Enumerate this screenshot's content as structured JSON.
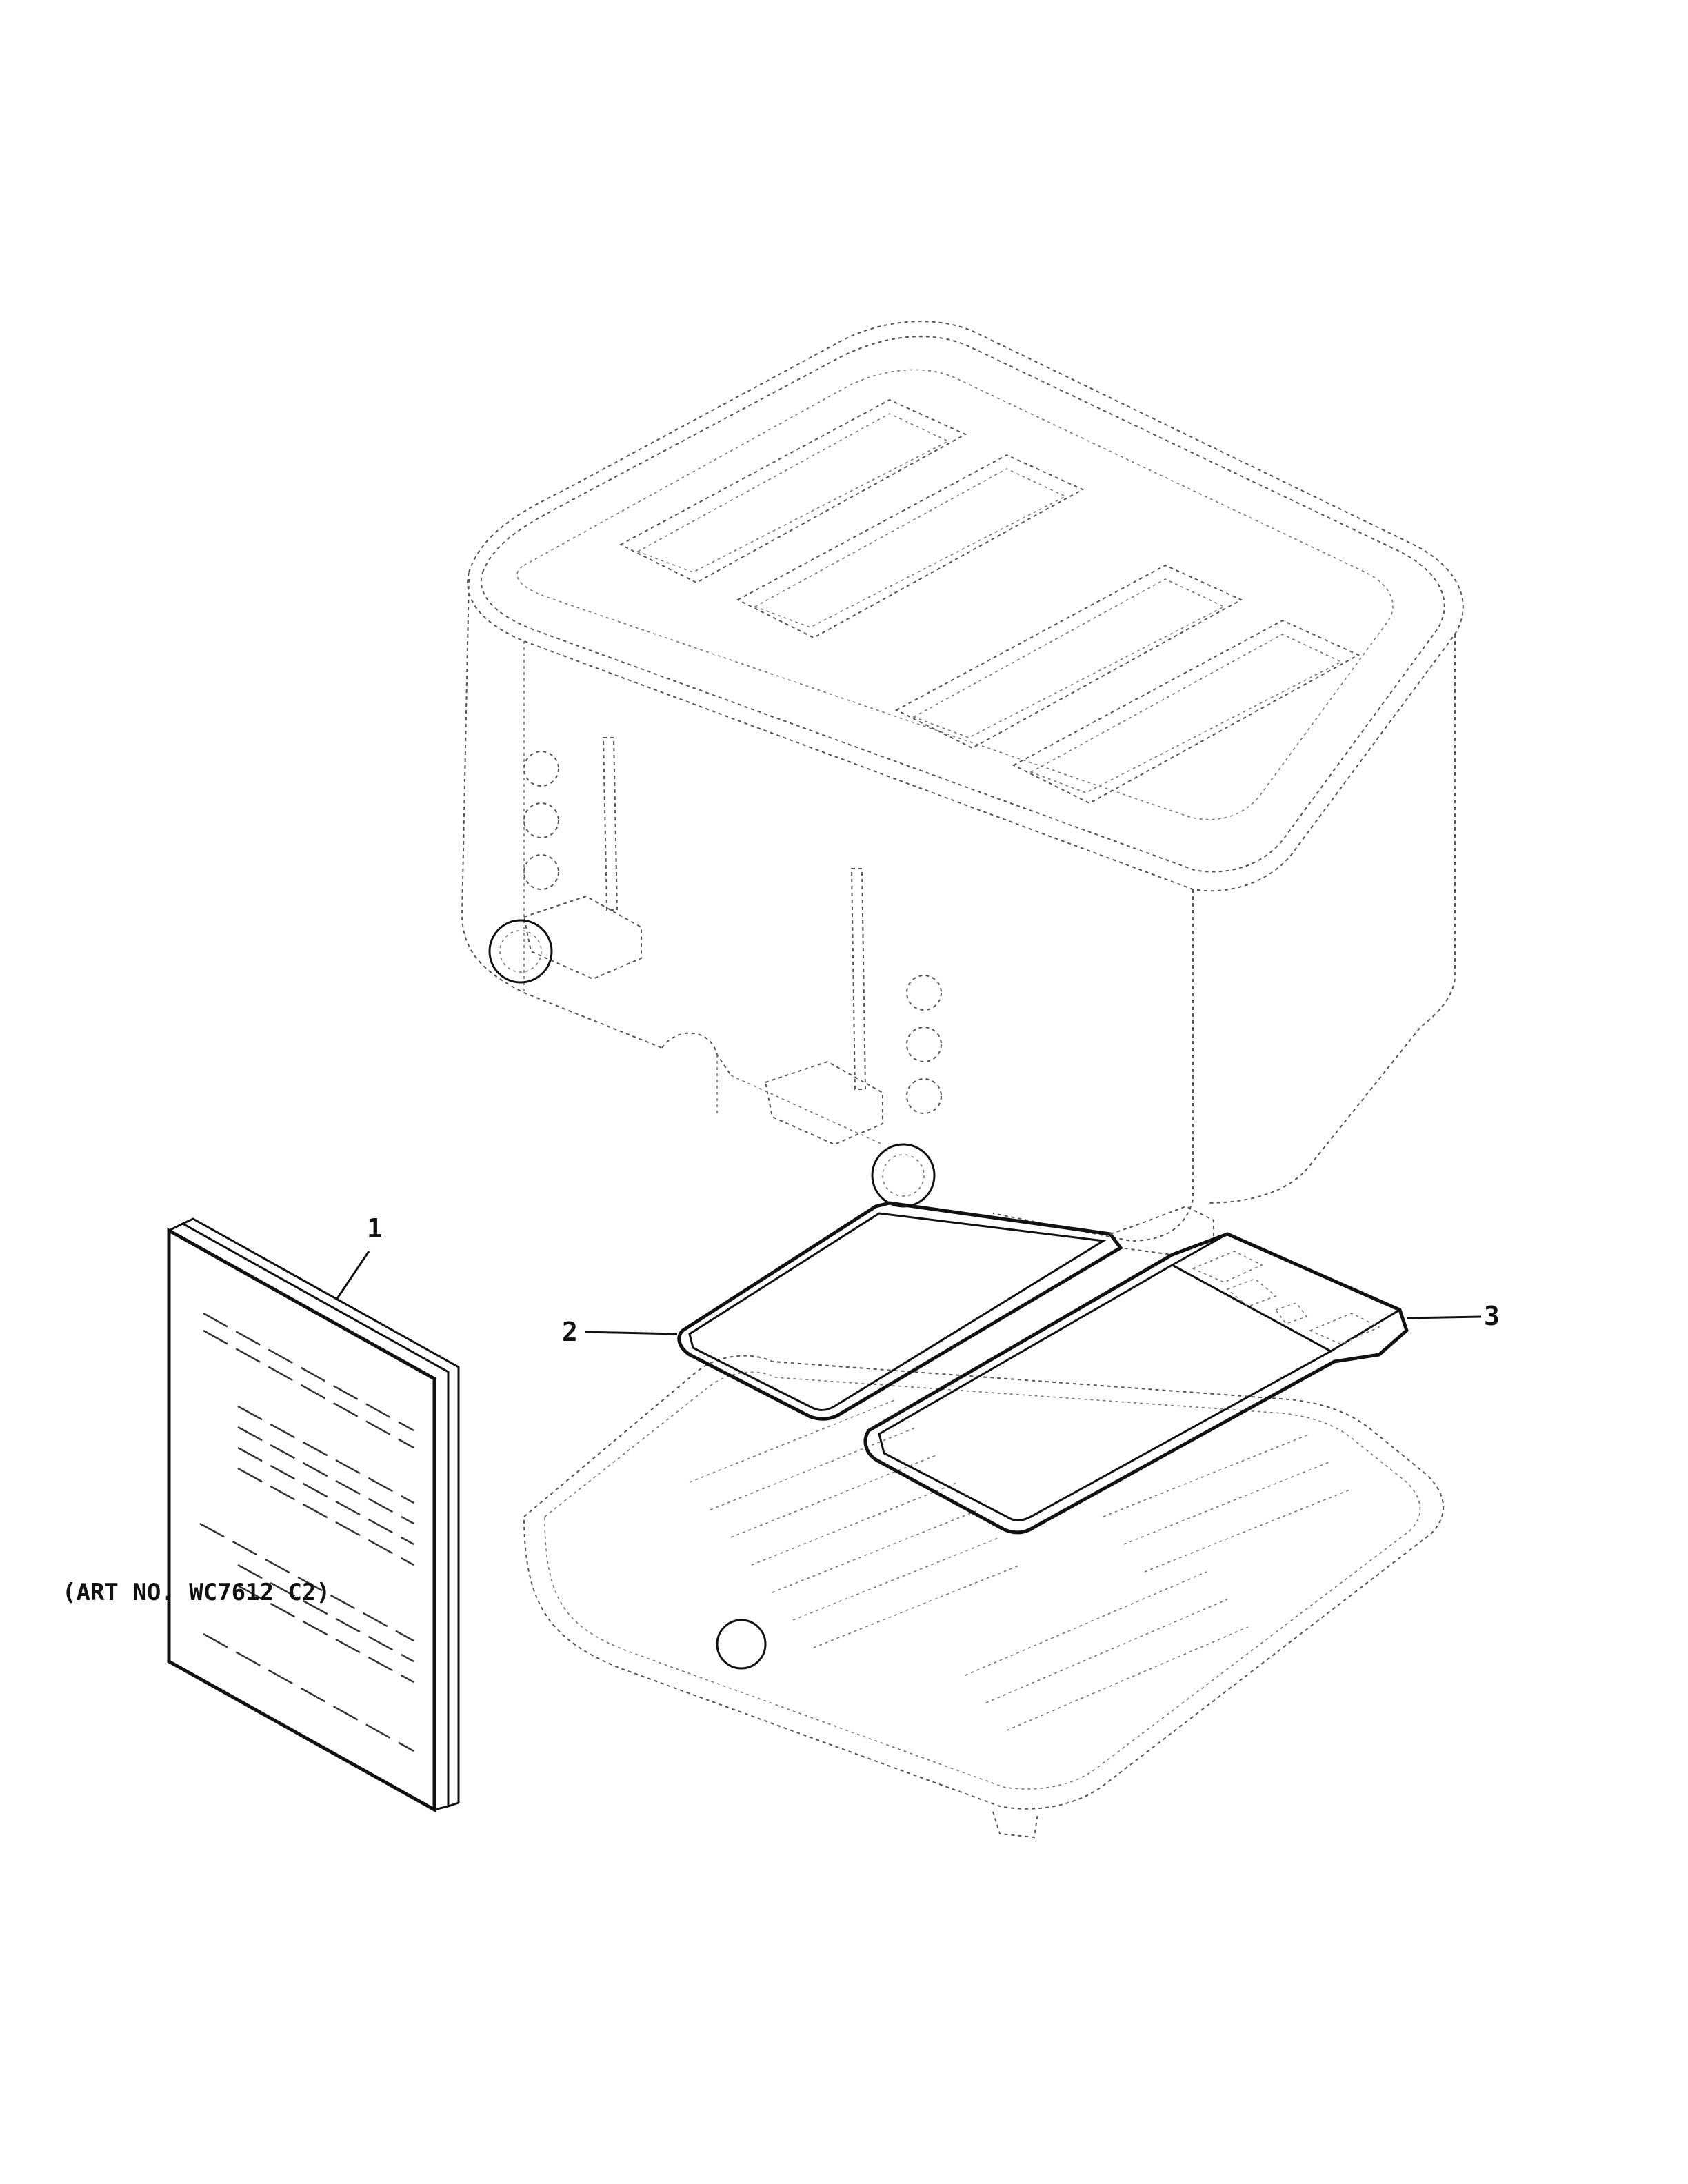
{
  "callouts": [
    {
      "id": "1",
      "label": "1"
    },
    {
      "id": "2",
      "label": "2"
    },
    {
      "id": "3",
      "label": "3"
    }
  ],
  "caption": "(ART NO. WC7612 C2)"
}
